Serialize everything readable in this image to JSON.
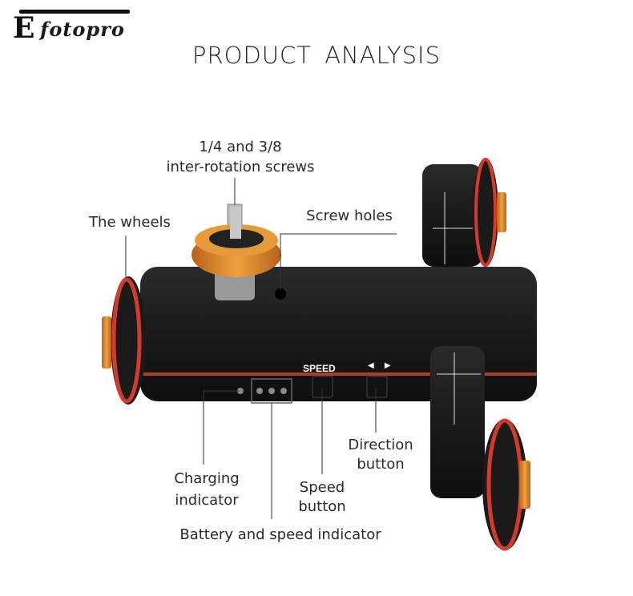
{
  "logo": {
    "text": "Efotopro"
  },
  "title": "PRODUCT  ANALYSIS",
  "labels": {
    "screws_line1": "1/4 and 3/8",
    "screws_line2": "inter-rotation screws",
    "wheels": "The wheels",
    "screw_holes": "Screw holes",
    "charging_line1": "Charging",
    "charging_line2": "indicator",
    "speed_button_line1": "Speed",
    "speed_button_line2": "button",
    "direction_line1": "Direction",
    "direction_line2": "button",
    "battery": "Battery and speed indicator"
  },
  "device": {
    "speed_label": "SPEED",
    "direction_arrows": "◀ ▶"
  },
  "colors": {
    "accent_orange": "#e0891f",
    "wheel_red": "#d23a2c",
    "body": "#1b1b1b"
  }
}
